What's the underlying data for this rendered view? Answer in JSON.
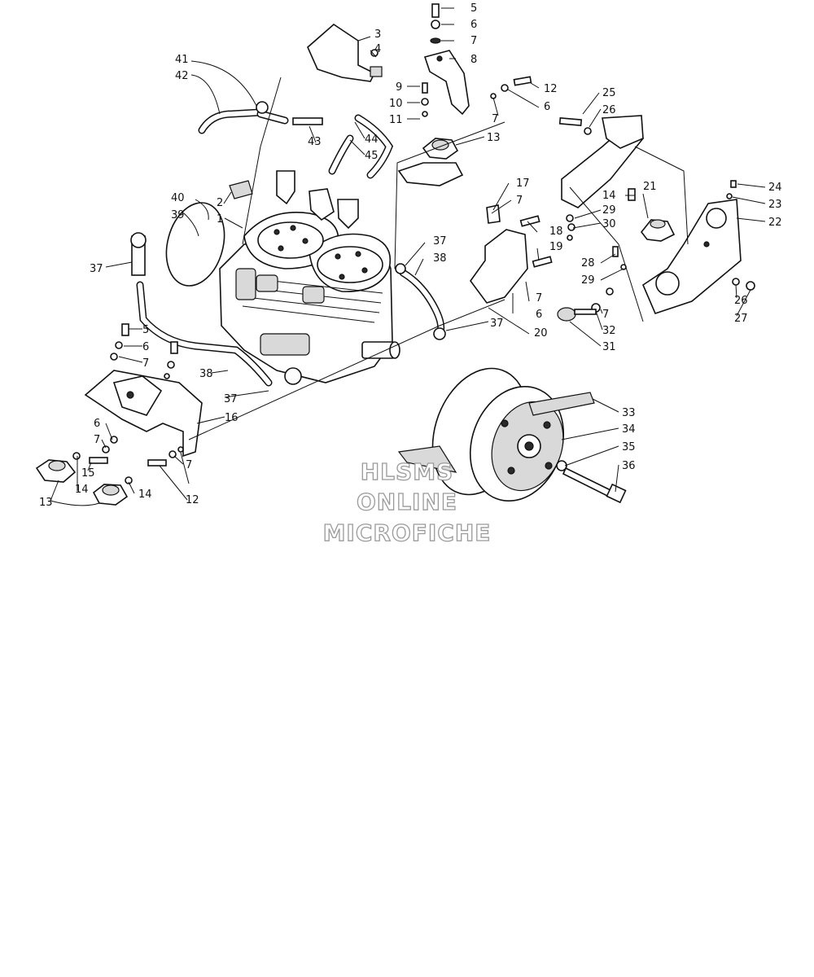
{
  "callouts": {
    "n1": "1",
    "n2": "2",
    "n3": "3",
    "n4": "4",
    "n5a": "5",
    "n5b": "5",
    "n6a": "6",
    "n6b": "6",
    "n6c": "6",
    "n6d": "6",
    "n6e": "6",
    "n7a": "7",
    "n7b": "7",
    "n7c": "7",
    "n7d": "7",
    "n7e": "7",
    "n7f": "7",
    "n7g": "7",
    "n7h": "7",
    "n8": "8",
    "n9": "9",
    "n10": "10",
    "n11": "11",
    "n12a": "12",
    "n12b": "12",
    "n13a": "13",
    "n13b": "13",
    "n14a": "14",
    "n14b": "14",
    "n14c": "14",
    "n15": "15",
    "n16": "16",
    "n17": "17",
    "n18": "18",
    "n19": "19",
    "n20": "20",
    "n21": "21",
    "n22": "22",
    "n23": "23",
    "n24": "24",
    "n25": "25",
    "n26a": "26",
    "n26b": "26",
    "n27": "27",
    "n28": "28",
    "n29a": "29",
    "n29b": "29",
    "n30": "30",
    "n31": "31",
    "n32": "32",
    "n33": "33",
    "n34": "34",
    "n35": "35",
    "n36": "36",
    "n37a": "37",
    "n37b": "37",
    "n37c": "37",
    "n37d": "37",
    "n38a": "38",
    "n38b": "38",
    "n39": "39",
    "n40": "40",
    "n41": "41",
    "n42": "42",
    "n43": "43",
    "n44": "44",
    "n45": "45"
  },
  "watermark": {
    "line1": "HLSMS",
    "line2": "ONLINE",
    "line3": "MICROFICHE"
  }
}
